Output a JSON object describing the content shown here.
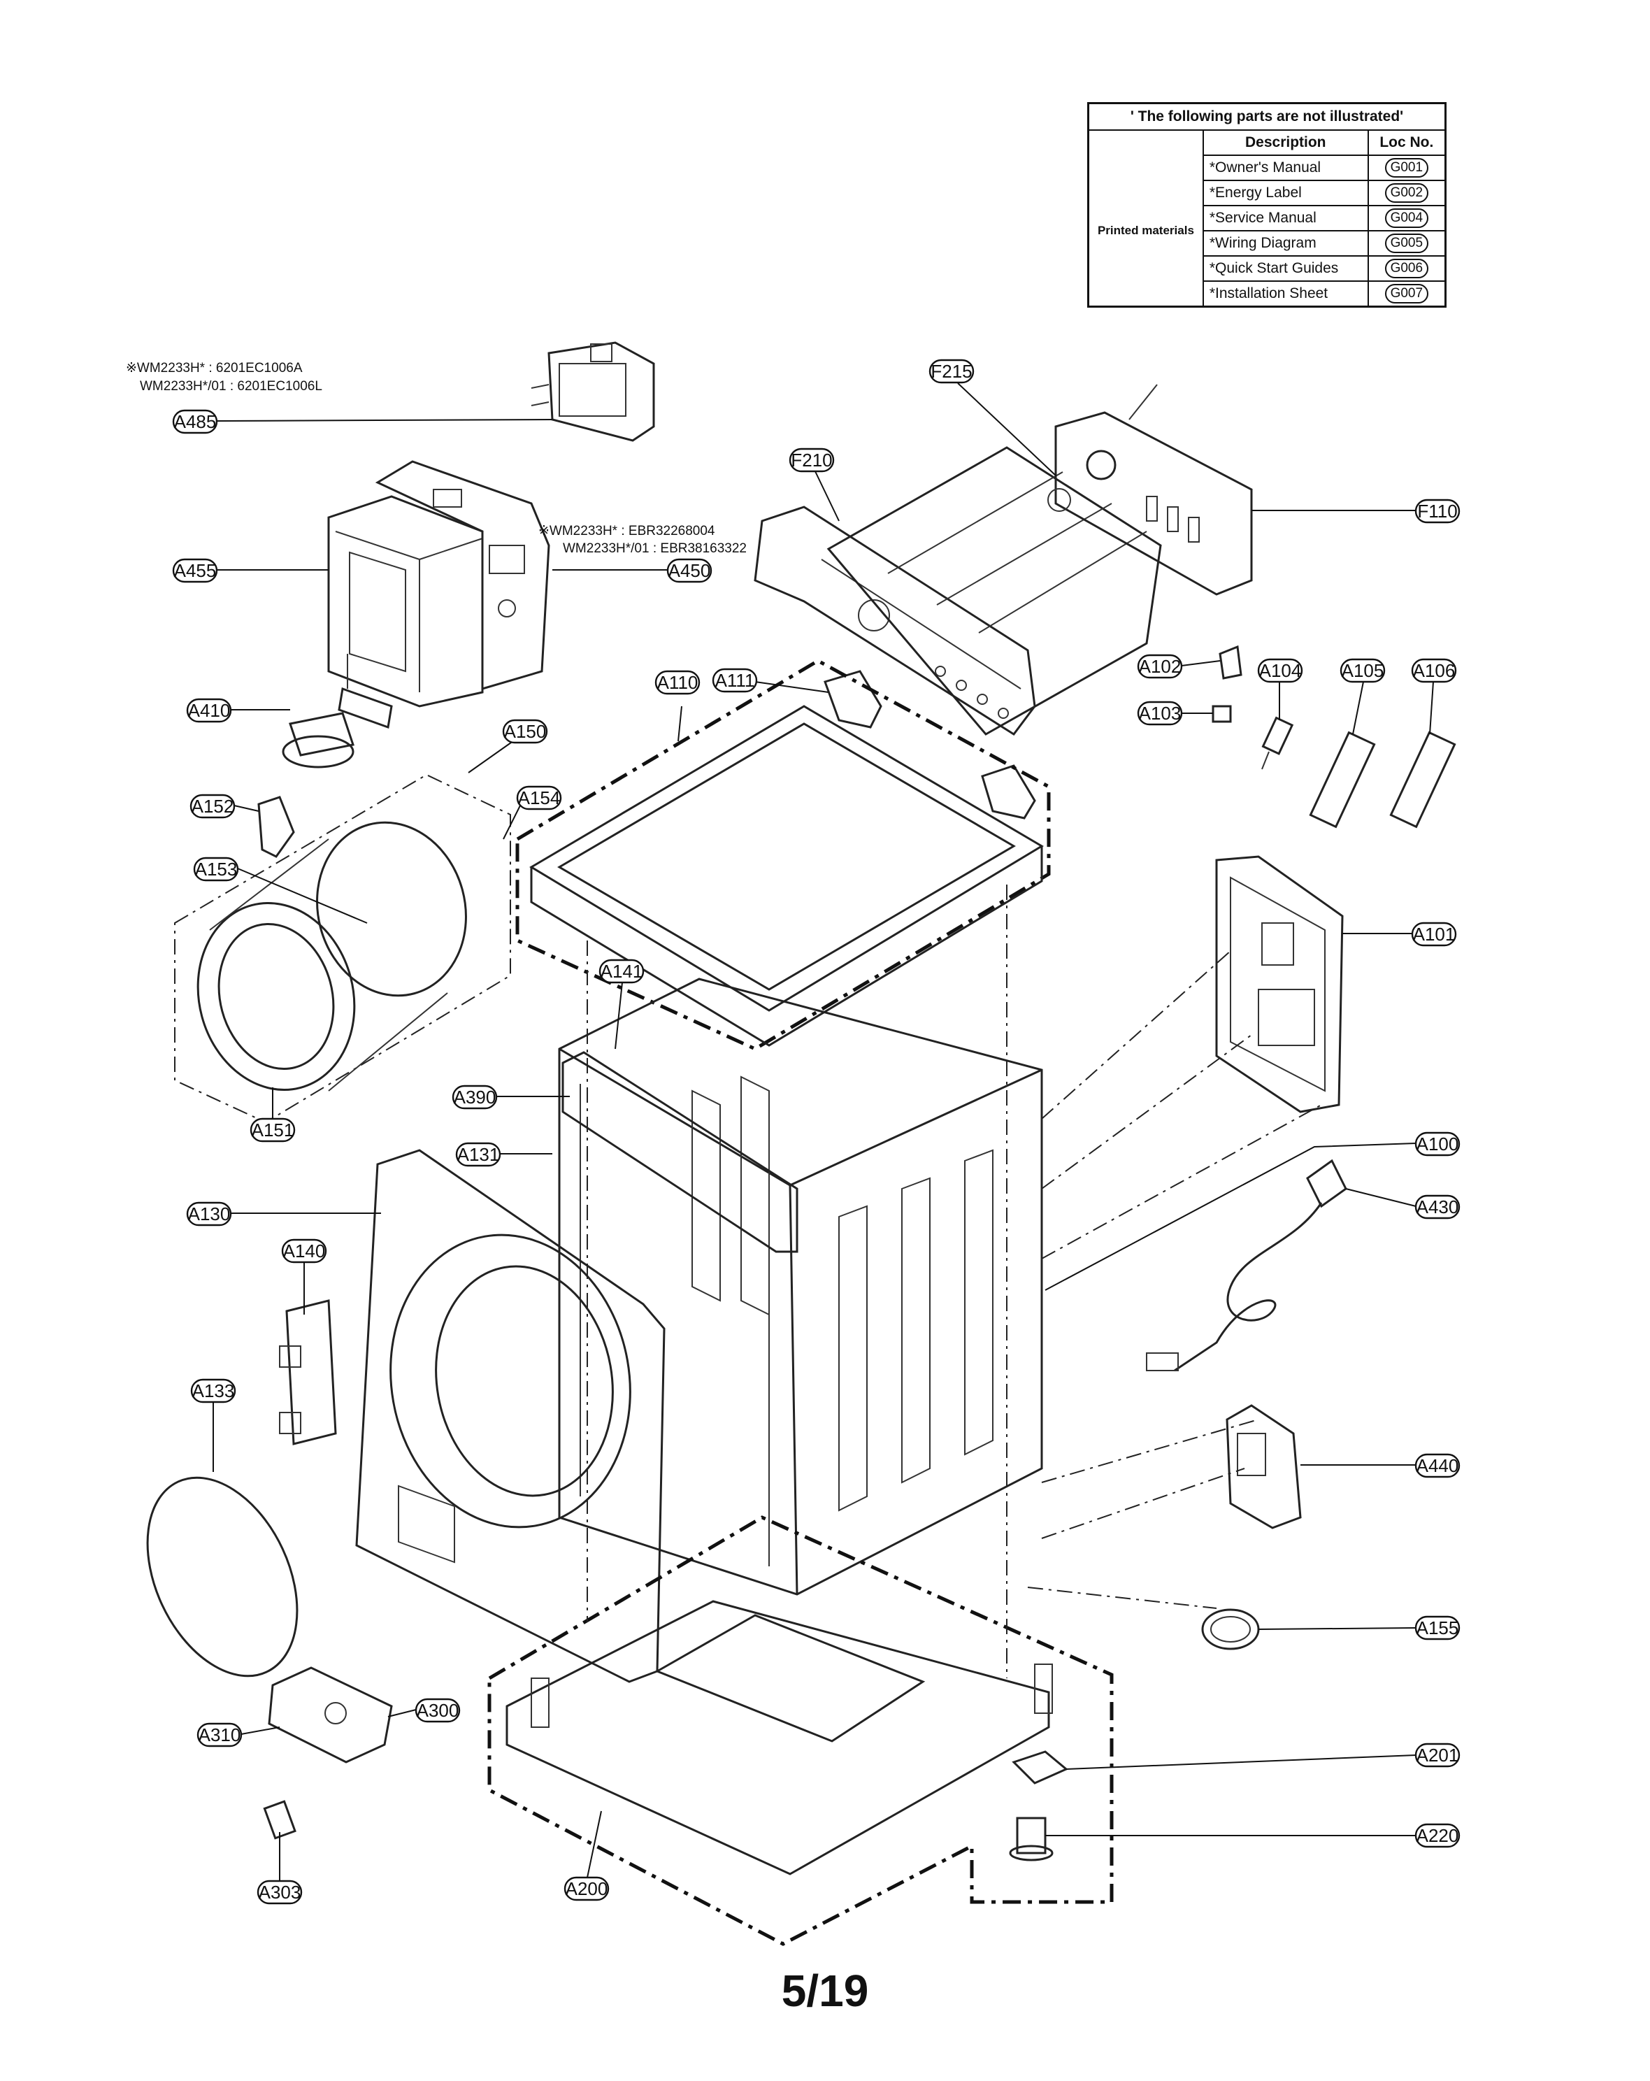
{
  "table": {
    "title": "' The following parts are not illustrated'",
    "headers": {
      "description": "Description",
      "loc": "Loc No."
    },
    "group_label": "Printed materials",
    "rows": [
      {
        "description": "*Owner's Manual",
        "loc": "G001"
      },
      {
        "description": "*Energy Label",
        "loc": "G002"
      },
      {
        "description": "*Service Manual",
        "loc": "G004"
      },
      {
        "description": "*Wiring Diagram",
        "loc": "G005"
      },
      {
        "description": "*Quick Start Guides",
        "loc": "G006"
      },
      {
        "description": "*Installation Sheet",
        "loc": "G007"
      }
    ]
  },
  "notes": {
    "a485_line1": "※WM2233H* : 6201EC1006A",
    "a485_line2": "WM2233H*/01 : 6201EC1006L",
    "a450_line1": "※WM2233H* : EBR32268004",
    "a450_line2": "WM2233H*/01 : EBR38163322"
  },
  "callouts": {
    "A485": "A485",
    "A455": "A455",
    "A450": "A450",
    "A410": "A410",
    "A150": "A150",
    "A152": "A152",
    "A154": "A154",
    "A153": "A153",
    "A151": "A151",
    "A141": "A141",
    "A390": "A390",
    "A131": "A131",
    "A130": "A130",
    "A140": "A140",
    "A133": "A133",
    "A310": "A310",
    "A300": "A300",
    "A303": "A303",
    "A200": "A200",
    "A110": "A110",
    "A111": "A111",
    "F210": "F210",
    "F215": "F215",
    "F110": "F110",
    "A102": "A102",
    "A103": "A103",
    "A104": "A104",
    "A105": "A105",
    "A106": "A106",
    "A101": "A101",
    "A100": "A100",
    "A430": "A430",
    "A440": "A440",
    "A155": "A155",
    "A201": "A201",
    "A220": "A220"
  },
  "page_number": "5/19"
}
